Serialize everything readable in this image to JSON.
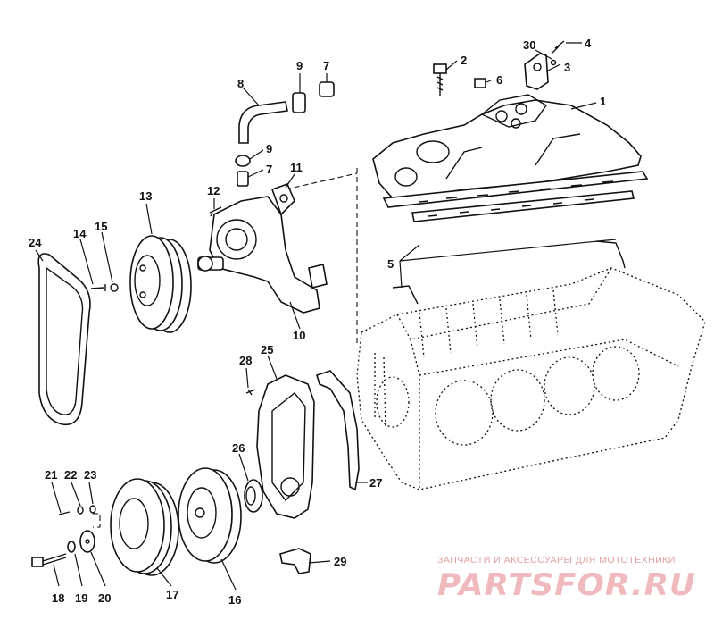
{
  "callouts": {
    "c1": "1",
    "c2": "2",
    "c3": "3",
    "c4": "4",
    "c5": "5",
    "c6": "6",
    "c7a": "7",
    "c7b": "7",
    "c8": "8",
    "c9a": "9",
    "c9b": "9",
    "c10": "10",
    "c11": "11",
    "c12": "12",
    "c13": "13",
    "c14": "14",
    "c15": "15",
    "c16": "16",
    "c17": "17",
    "c18": "18",
    "c19": "19",
    "c20": "20",
    "c21": "21",
    "c22": "22",
    "c23": "23",
    "c24": "24",
    "c25": "25",
    "c26": "26",
    "c27": "27",
    "c28": "28",
    "c29": "29",
    "c30": "30"
  },
  "watermark": {
    "tagline": "ЗАПЧАСТИ И АКСЕССУАРЫ ДЛЯ МОТОТЕХНИКИ",
    "logo": "PARTSFOR.RU",
    "color": "#e7a3a8"
  }
}
